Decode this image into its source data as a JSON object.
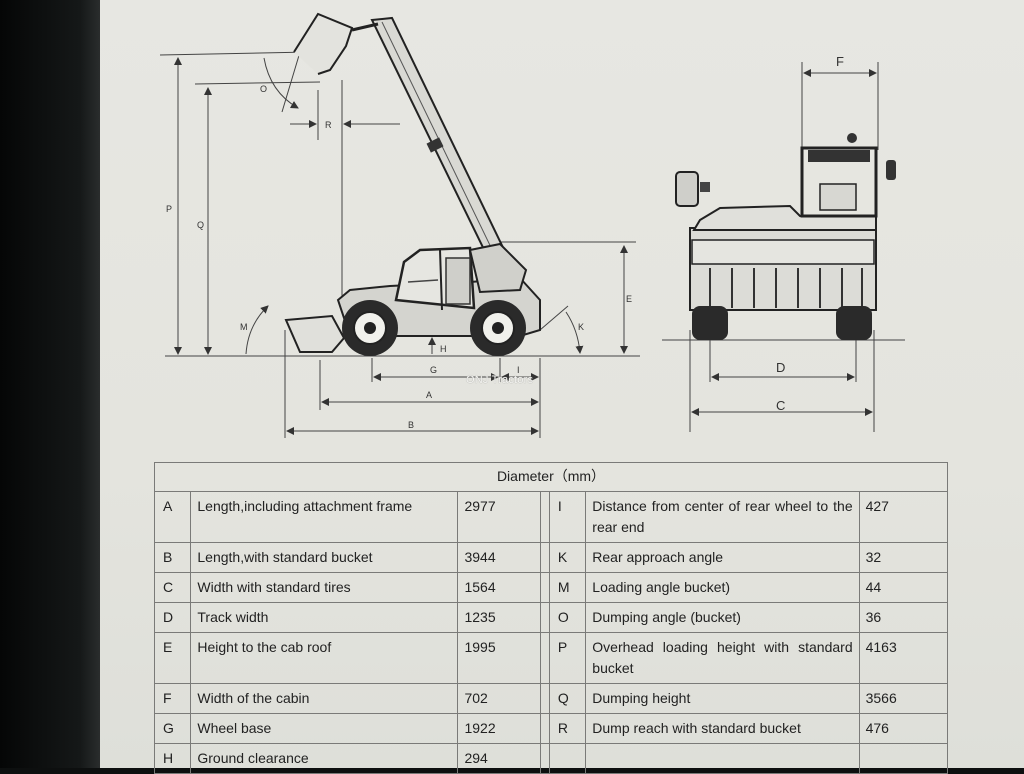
{
  "watermark": "ONJ Tractors",
  "drawing_labels": {
    "O": "O",
    "R": "R",
    "P": "P",
    "Q": "Q",
    "M": "M",
    "H": "H",
    "G": "G",
    "I": "I",
    "A": "A",
    "B": "B",
    "E": "E",
    "K": "K",
    "F": "F",
    "D": "D",
    "C": "C"
  },
  "table": {
    "caption": "Diameter（mm）",
    "rows": [
      {
        "l1": "A",
        "d1": "Length,including attachment frame",
        "v1": "2977",
        "l2": "I",
        "d2": "Distance from center of rear wheel to the rear end",
        "v2": "427"
      },
      {
        "l1": "B",
        "d1": "Length,with standard bucket",
        "v1": "3944",
        "l2": "K",
        "d2": "Rear approach angle",
        "v2": "32"
      },
      {
        "l1": "C",
        "d1": "Width with standard tires",
        "v1": "1564",
        "l2": "M",
        "d2": "Loading angle bucket)",
        "v2": "44"
      },
      {
        "l1": "D",
        "d1": "Track width",
        "v1": "1235",
        "l2": "O",
        "d2": "Dumping angle (bucket)",
        "v2": "36"
      },
      {
        "l1": "E",
        "d1": "Height to the cab roof",
        "v1": "1995",
        "l2": "P",
        "d2": "Overhead loading height with standard bucket",
        "v2": "4163"
      },
      {
        "l1": "F",
        "d1": "Width of the cabin",
        "v1": "702",
        "l2": "Q",
        "d2": "Dumping height",
        "v2": "3566"
      },
      {
        "l1": "G",
        "d1": "Wheel base",
        "v1": "1922",
        "l2": "R",
        "d2": "Dump reach with standard bucket",
        "v2": "476"
      },
      {
        "l1": "H",
        "d1": "Ground clearance",
        "v1": "294",
        "l2": "",
        "d2": "",
        "v2": ""
      }
    ]
  }
}
